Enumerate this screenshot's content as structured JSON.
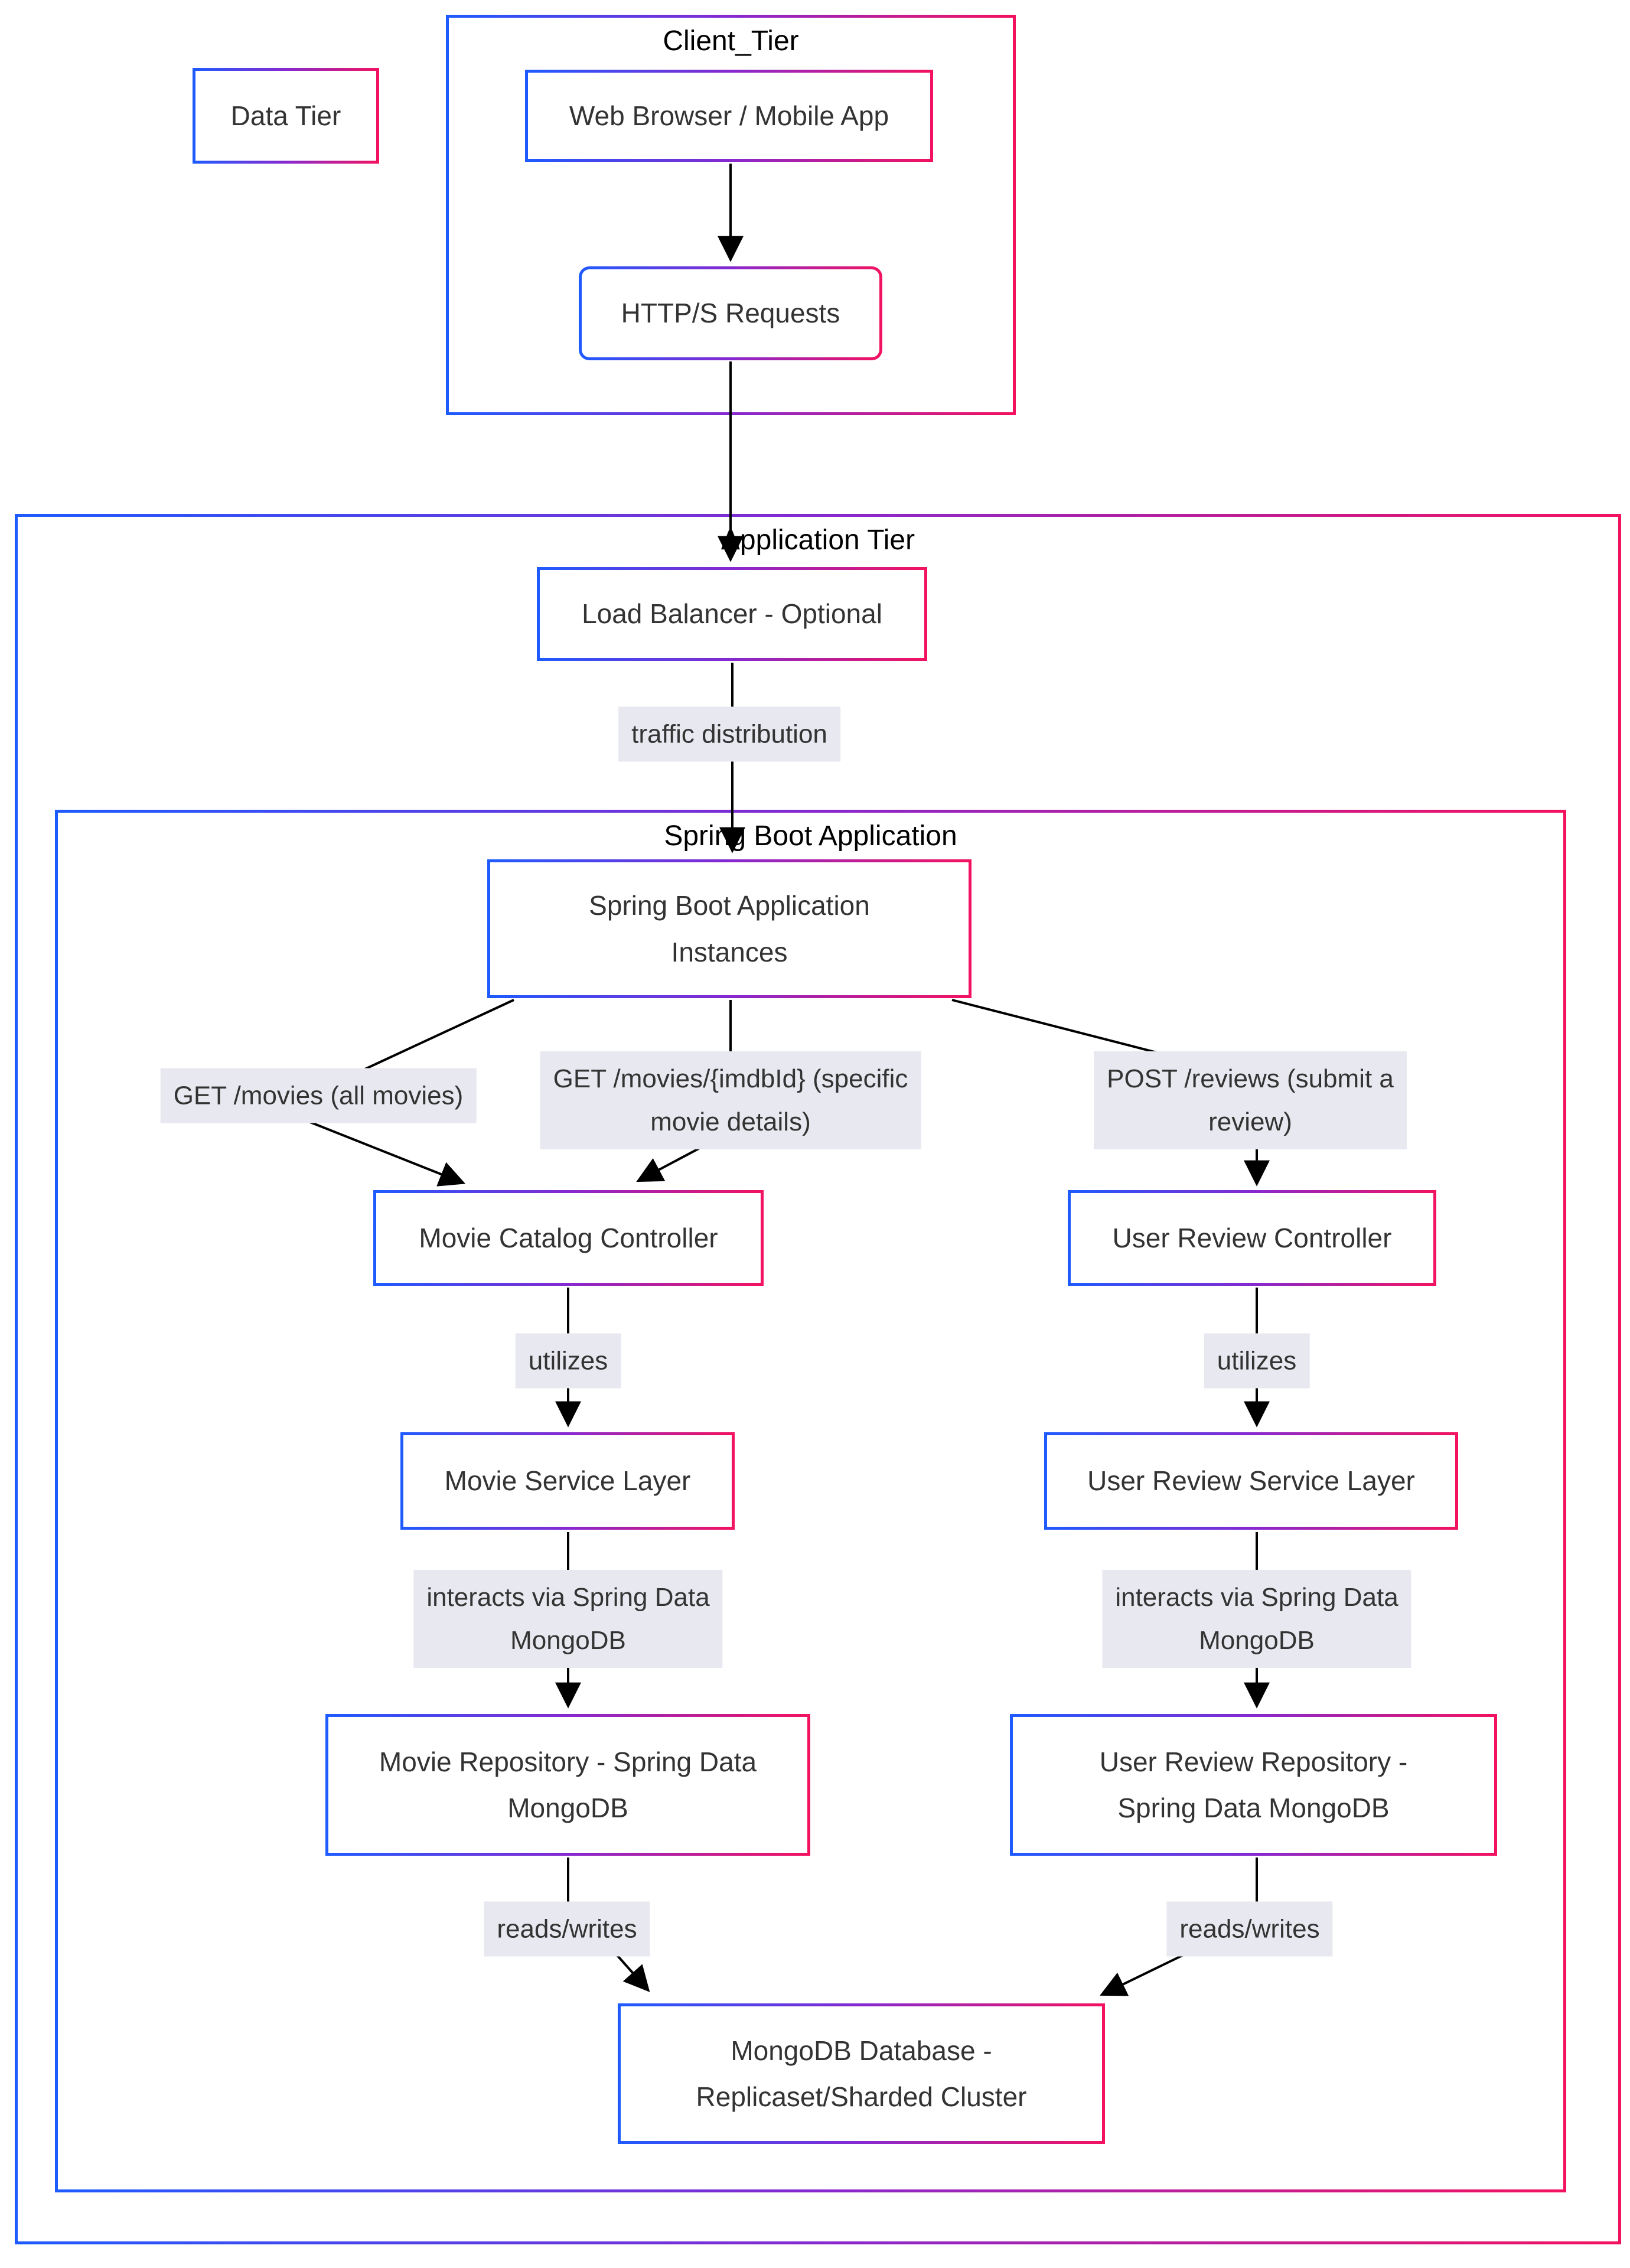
{
  "titles": {
    "client_tier": "Client_Tier",
    "application_tier": "Application Tier",
    "spring_boot": "Spring Boot Application"
  },
  "nodes": {
    "dataTier": {
      "label": "Data Tier"
    },
    "webBrowser": {
      "label": "Web Browser / Mobile App"
    },
    "https": {
      "label": "HTTP/S Requests"
    },
    "loadBalancer": {
      "label": "Load Balancer - Optional"
    },
    "instances": {
      "label": "Spring Boot Application\nInstances"
    },
    "movieController": {
      "label": "Movie Catalog Controller"
    },
    "reviewController": {
      "label": "User Review Controller"
    },
    "movieService": {
      "label": "Movie Service Layer"
    },
    "reviewService": {
      "label": "User Review Service Layer"
    },
    "movieRepo": {
      "label": "Movie Repository - Spring Data\nMongoDB"
    },
    "reviewRepo": {
      "label": "User Review Repository -\nSpring Data MongoDB"
    },
    "mongo": {
      "label": "MongoDB Database -\nReplicaset/Sharded Cluster"
    }
  },
  "edge_labels": {
    "traffic": "traffic distribution",
    "getAll": "GET /movies (all movies)",
    "getOne": "GET /movies/{imdbId} (specific\nmovie details)",
    "postReview": "POST /reviews (submit a\nreview)",
    "utilizesLeft": "utilizes",
    "utilizesRight": "utilizes",
    "interactsLeft": "interacts via Spring Data\nMongoDB",
    "interactsRight": "interacts via Spring Data\nMongoDB",
    "readsLeft": "reads/writes",
    "readsRight": "reads/writes"
  },
  "colors": {
    "border_gradient_start": "#1e5bff",
    "border_gradient_mid": "#8629d0",
    "border_gradient_end": "#f31260",
    "edge_label_bg": "#e8e8f0",
    "node_text": "#333333",
    "title_text": "#000000",
    "edge_stroke": "#000000"
  }
}
